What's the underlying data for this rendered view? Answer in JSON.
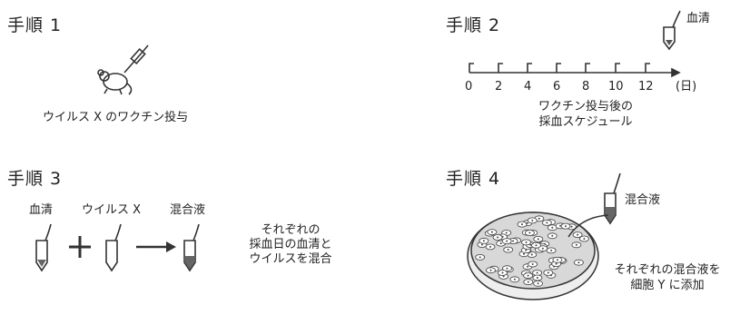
{
  "steps": [
    {
      "title": "手順 1",
      "caption": "ウイルス X のワクチン投与"
    },
    {
      "title": "手順 2",
      "serum_label": "血清",
      "axis_ticks": [
        "0",
        "2",
        "4",
        "6",
        "8",
        "10",
        "12"
      ],
      "axis_unit": "(日)",
      "caption_line1": "ワクチン投与後の",
      "caption_line2": "採血スケジュール"
    },
    {
      "title": "手順 3",
      "label_serum": "血清",
      "label_virus": "ウイルス X",
      "label_mix": "混合液",
      "note_line1": "それぞれの",
      "note_line2": "採血日の血清と",
      "note_line3": "ウイルスを混合"
    },
    {
      "title": "手順 4",
      "mix_label": "混合液",
      "note_line1": "それぞれの混合液を",
      "note_line2": "細胞 Y に添加"
    }
  ]
}
